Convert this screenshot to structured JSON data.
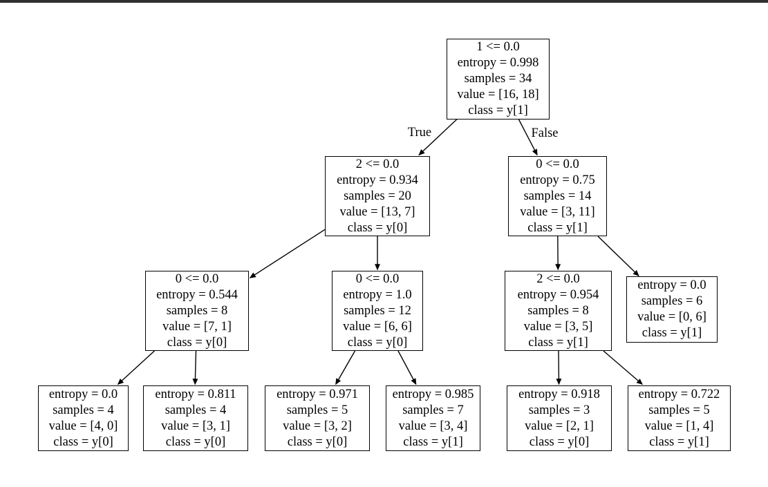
{
  "diagram": {
    "type": "decision-tree",
    "colors": {
      "background": "#ffffff",
      "node_fill": "#ffffff",
      "border": "#000000",
      "text": "#000000",
      "top_bar": "#2f2f2f"
    },
    "tree": {
      "nodes": [
        {
          "id": "root",
          "condition": "1 <= 0.0",
          "entropy": "0.998",
          "samples": "34",
          "value": "[16, 18]",
          "class": "y[1]",
          "lines": [
            "1 <= 0.0",
            "entropy = 0.998",
            "samples = 34",
            "value = [16, 18]",
            "class = y[1]"
          ]
        },
        {
          "id": "l",
          "condition": "2 <= 0.0",
          "entropy": "0.934",
          "samples": "20",
          "value": "[13, 7]",
          "class": "y[0]",
          "lines": [
            "2 <= 0.0",
            "entropy = 0.934",
            "samples = 20",
            "value = [13, 7]",
            "class = y[0]"
          ]
        },
        {
          "id": "r",
          "condition": "0 <= 0.0",
          "entropy": "0.75",
          "samples": "14",
          "value": "[3, 11]",
          "class": "y[1]",
          "lines": [
            "0 <= 0.0",
            "entropy = 0.75",
            "samples = 14",
            "value = [3, 11]",
            "class = y[1]"
          ]
        },
        {
          "id": "ll",
          "condition": "0 <= 0.0",
          "entropy": "0.544",
          "samples": "8",
          "value": "[7, 1]",
          "class": "y[0]",
          "lines": [
            "0 <= 0.0",
            "entropy = 0.544",
            "samples = 8",
            "value = [7, 1]",
            "class = y[0]"
          ]
        },
        {
          "id": "lr",
          "condition": "0 <= 0.0",
          "entropy": "1.0",
          "samples": "12",
          "value": "[6, 6]",
          "class": "y[0]",
          "lines": [
            "0 <= 0.0",
            "entropy = 1.0",
            "samples = 12",
            "value = [6, 6]",
            "class = y[0]"
          ]
        },
        {
          "id": "rl",
          "condition": "2 <= 0.0",
          "entropy": "0.954",
          "samples": "8",
          "value": "[3, 5]",
          "class": "y[1]",
          "lines": [
            "2 <= 0.0",
            "entropy = 0.954",
            "samples = 8",
            "value = [3, 5]",
            "class = y[1]"
          ]
        },
        {
          "id": "rr",
          "entropy": "0.0",
          "samples": "6",
          "value": "[0, 6]",
          "class": "y[1]",
          "lines": [
            "entropy = 0.0",
            "samples = 6",
            "value = [0, 6]",
            "class = y[1]"
          ]
        },
        {
          "id": "ll-l",
          "entropy": "0.0",
          "samples": "4",
          "value": "[4, 0]",
          "class": "y[0]",
          "lines": [
            "entropy = 0.0",
            "samples = 4",
            "value = [4, 0]",
            "class = y[0]"
          ]
        },
        {
          "id": "ll-r",
          "entropy": "0.811",
          "samples": "4",
          "value": "[3, 1]",
          "class": "y[0]",
          "lines": [
            "entropy = 0.811",
            "samples = 4",
            "value = [3, 1]",
            "class = y[0]"
          ]
        },
        {
          "id": "lr-l",
          "entropy": "0.971",
          "samples": "5",
          "value": "[3, 2]",
          "class": "y[0]",
          "lines": [
            "entropy = 0.971",
            "samples = 5",
            "value = [3, 2]",
            "class = y[0]"
          ]
        },
        {
          "id": "lr-r",
          "entropy": "0.985",
          "samples": "7",
          "value": "[3, 4]",
          "class": "y[1]",
          "lines": [
            "entropy = 0.985",
            "samples = 7",
            "value = [3, 4]",
            "class = y[1]"
          ]
        },
        {
          "id": "rl-l",
          "entropy": "0.918",
          "samples": "3",
          "value": "[2, 1]",
          "class": "y[0]",
          "lines": [
            "entropy = 0.918",
            "samples = 3",
            "value = [2, 1]",
            "class = y[0]"
          ]
        },
        {
          "id": "rl-r",
          "entropy": "0.722",
          "samples": "5",
          "value": "[1, 4]",
          "class": "y[1]",
          "lines": [
            "entropy = 0.722",
            "samples = 5",
            "value = [1, 4]",
            "class = y[1]"
          ]
        }
      ],
      "edges": [
        {
          "from": "root",
          "to": "l",
          "label": "True"
        },
        {
          "from": "root",
          "to": "r",
          "label": "False"
        },
        {
          "from": "l",
          "to": "ll",
          "label": ""
        },
        {
          "from": "l",
          "to": "lr",
          "label": ""
        },
        {
          "from": "r",
          "to": "rl",
          "label": ""
        },
        {
          "from": "r",
          "to": "rr",
          "label": ""
        },
        {
          "from": "ll",
          "to": "ll-l",
          "label": ""
        },
        {
          "from": "ll",
          "to": "ll-r",
          "label": ""
        },
        {
          "from": "lr",
          "to": "lr-l",
          "label": ""
        },
        {
          "from": "lr",
          "to": "lr-r",
          "label": ""
        },
        {
          "from": "rl",
          "to": "rl-l",
          "label": ""
        },
        {
          "from": "rl",
          "to": "rl-r",
          "label": ""
        }
      ]
    }
  }
}
